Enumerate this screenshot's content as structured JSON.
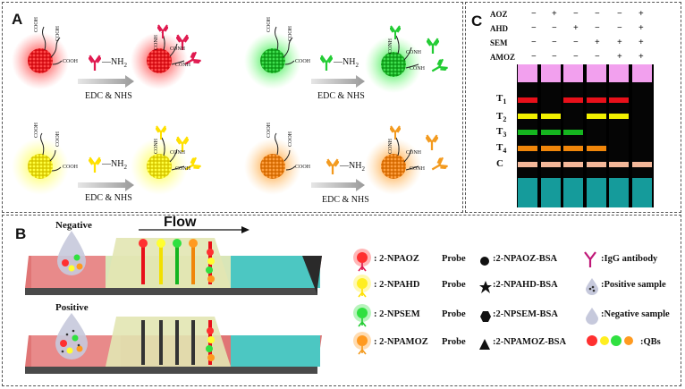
{
  "panels": {
    "a_label": "A",
    "b_label": "B",
    "c_label": "C"
  },
  "panel_a": {
    "reagent_nh2": "—NH",
    "reagent_sub": "2",
    "coupling": "EDC & NHS",
    "cooh": "COOH",
    "conh": "CONH",
    "colors": {
      "red": "#e8232b",
      "yellow": "#ffe600",
      "green": "#19c829",
      "orange": "#f08a16",
      "antibody_red": "#e0194f",
      "antibody_yellow": "#ffe000",
      "antibody_green": "#22cc33",
      "antibody_orange": "#f39a1e"
    }
  },
  "panel_b": {
    "negative_label": "Negative",
    "positive_label": "Positive",
    "flow_label": "Flow",
    "legend": [
      {
        "icon": "red-probe",
        "label": "2-NPAOZ",
        "suffix": "Probe"
      },
      {
        "icon": "yellow-probe",
        "label": "2-NPAHD",
        "suffix": "Probe"
      },
      {
        "icon": "green-probe",
        "label": "2-NPSEM",
        "suffix": "Probe"
      },
      {
        "icon": "orange-probe",
        "label": "2-NPAMOZ",
        "suffix": "Probe"
      }
    ],
    "antigens": [
      {
        "icon": "circle",
        "label": "2-NPAOZ-BSA"
      },
      {
        "icon": "star",
        "label": "2-NPAHD-BSA"
      },
      {
        "icon": "hexagon",
        "label": "2-NPSEM-BSA"
      },
      {
        "icon": "triangle",
        "label": "2-NPAMOZ-BSA"
      }
    ],
    "others": [
      {
        "icon": "igg",
        "label": "IgG antibody"
      },
      {
        "icon": "positive-drop",
        "label": "Positive sample"
      },
      {
        "icon": "negative-drop",
        "label": "Negative sample"
      },
      {
        "icon": "qbs",
        "label": "QBs"
      }
    ],
    "colon": ":"
  },
  "panel_c": {
    "rows": [
      {
        "name": "AOZ",
        "values": [
          "−",
          "+",
          "−",
          "−",
          "−",
          "+"
        ]
      },
      {
        "name": "AHD",
        "values": [
          "−",
          "−",
          "+",
          "−",
          "−",
          "+"
        ]
      },
      {
        "name": "SEM",
        "values": [
          "−",
          "−",
          "−",
          "+",
          "+",
          "+"
        ]
      },
      {
        "name": "AMOZ",
        "values": [
          "−",
          "−",
          "−",
          "−",
          "+",
          "+"
        ]
      }
    ],
    "line_labels": [
      {
        "main": "T",
        "sub": "1"
      },
      {
        "main": "T",
        "sub": "2"
      },
      {
        "main": "T",
        "sub": "3"
      },
      {
        "main": "T",
        "sub": "4"
      },
      {
        "main": "C",
        "sub": ""
      }
    ],
    "strips": [
      {
        "t1": true,
        "t2": true,
        "t3": true,
        "t4": true,
        "c": true
      },
      {
        "t1": false,
        "t2": true,
        "t3": true,
        "t4": true,
        "c": true
      },
      {
        "t1": true,
        "t2": false,
        "t3": true,
        "t4": true,
        "c": true
      },
      {
        "t1": true,
        "t2": true,
        "t3": false,
        "t4": true,
        "c": true
      },
      {
        "t1": true,
        "t2": true,
        "t3": false,
        "t4": false,
        "c": true
      },
      {
        "t1": false,
        "t2": false,
        "t3": false,
        "t4": false,
        "c": true
      }
    ],
    "colors": {
      "t1": "#e8101a",
      "t2": "#f2f000",
      "t3": "#15b51f",
      "t4": "#f0860a",
      "c": "#f4b89a",
      "pad_top": "#f2a0ee",
      "pad_bottom": "#159b9b",
      "strip": "#050505"
    }
  }
}
